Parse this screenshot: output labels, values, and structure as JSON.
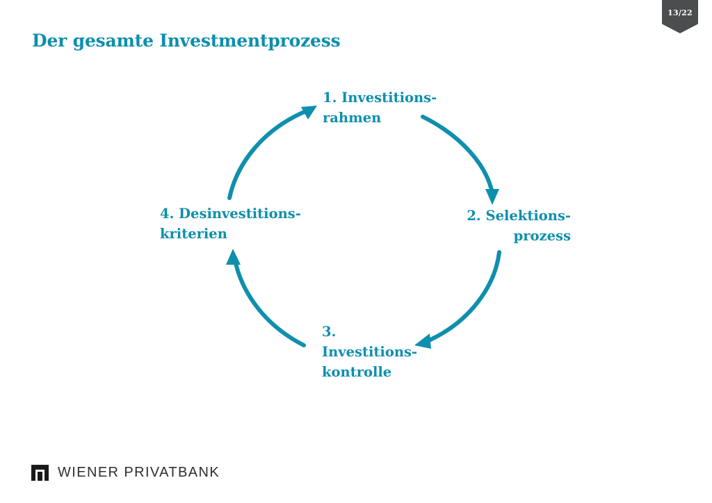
{
  "slide": {
    "title": "Der gesamte Investmentprozess",
    "background_color": "#ffffff",
    "accent_color": "#0e8fad"
  },
  "page_badge": {
    "label": "13/22",
    "current": 13,
    "total": 22,
    "background_color": "#4b4d4f",
    "text_color": "#ffffff"
  },
  "diagram": {
    "type": "cycle",
    "direction": "clockwise",
    "accent_color": "#0e8fad",
    "nodes": [
      {
        "index": "1",
        "label": "1. Investitions-\nrahmen",
        "position": "top"
      },
      {
        "index": "2",
        "label": "2. Selektions-\nprozess",
        "position": "right"
      },
      {
        "index": "3",
        "label": "3.\nInvestitions-\nkontrolle",
        "position": "bottom"
      },
      {
        "index": "4",
        "label": "4. Desinvestitions-\nkriterien",
        "position": "left"
      }
    ],
    "arrows": [
      {
        "from": "1. Investitions-rahmen",
        "to": "2. Selektions-prozess"
      },
      {
        "from": "2. Selektions-prozess",
        "to": "3. Investitions-kontrolle"
      },
      {
        "from": "3. Investitions-kontrolle",
        "to": "4. Desinvestitions-kriterien"
      },
      {
        "from": "4. Desinvestitions-kriterien",
        "to": "1. Investitions-rahmen"
      }
    ]
  },
  "footer": {
    "brand": "WIENER PRIVATBANK",
    "logo_icon": "wiener-privatbank-logo-icon",
    "text_color": "#2e2e2e"
  }
}
